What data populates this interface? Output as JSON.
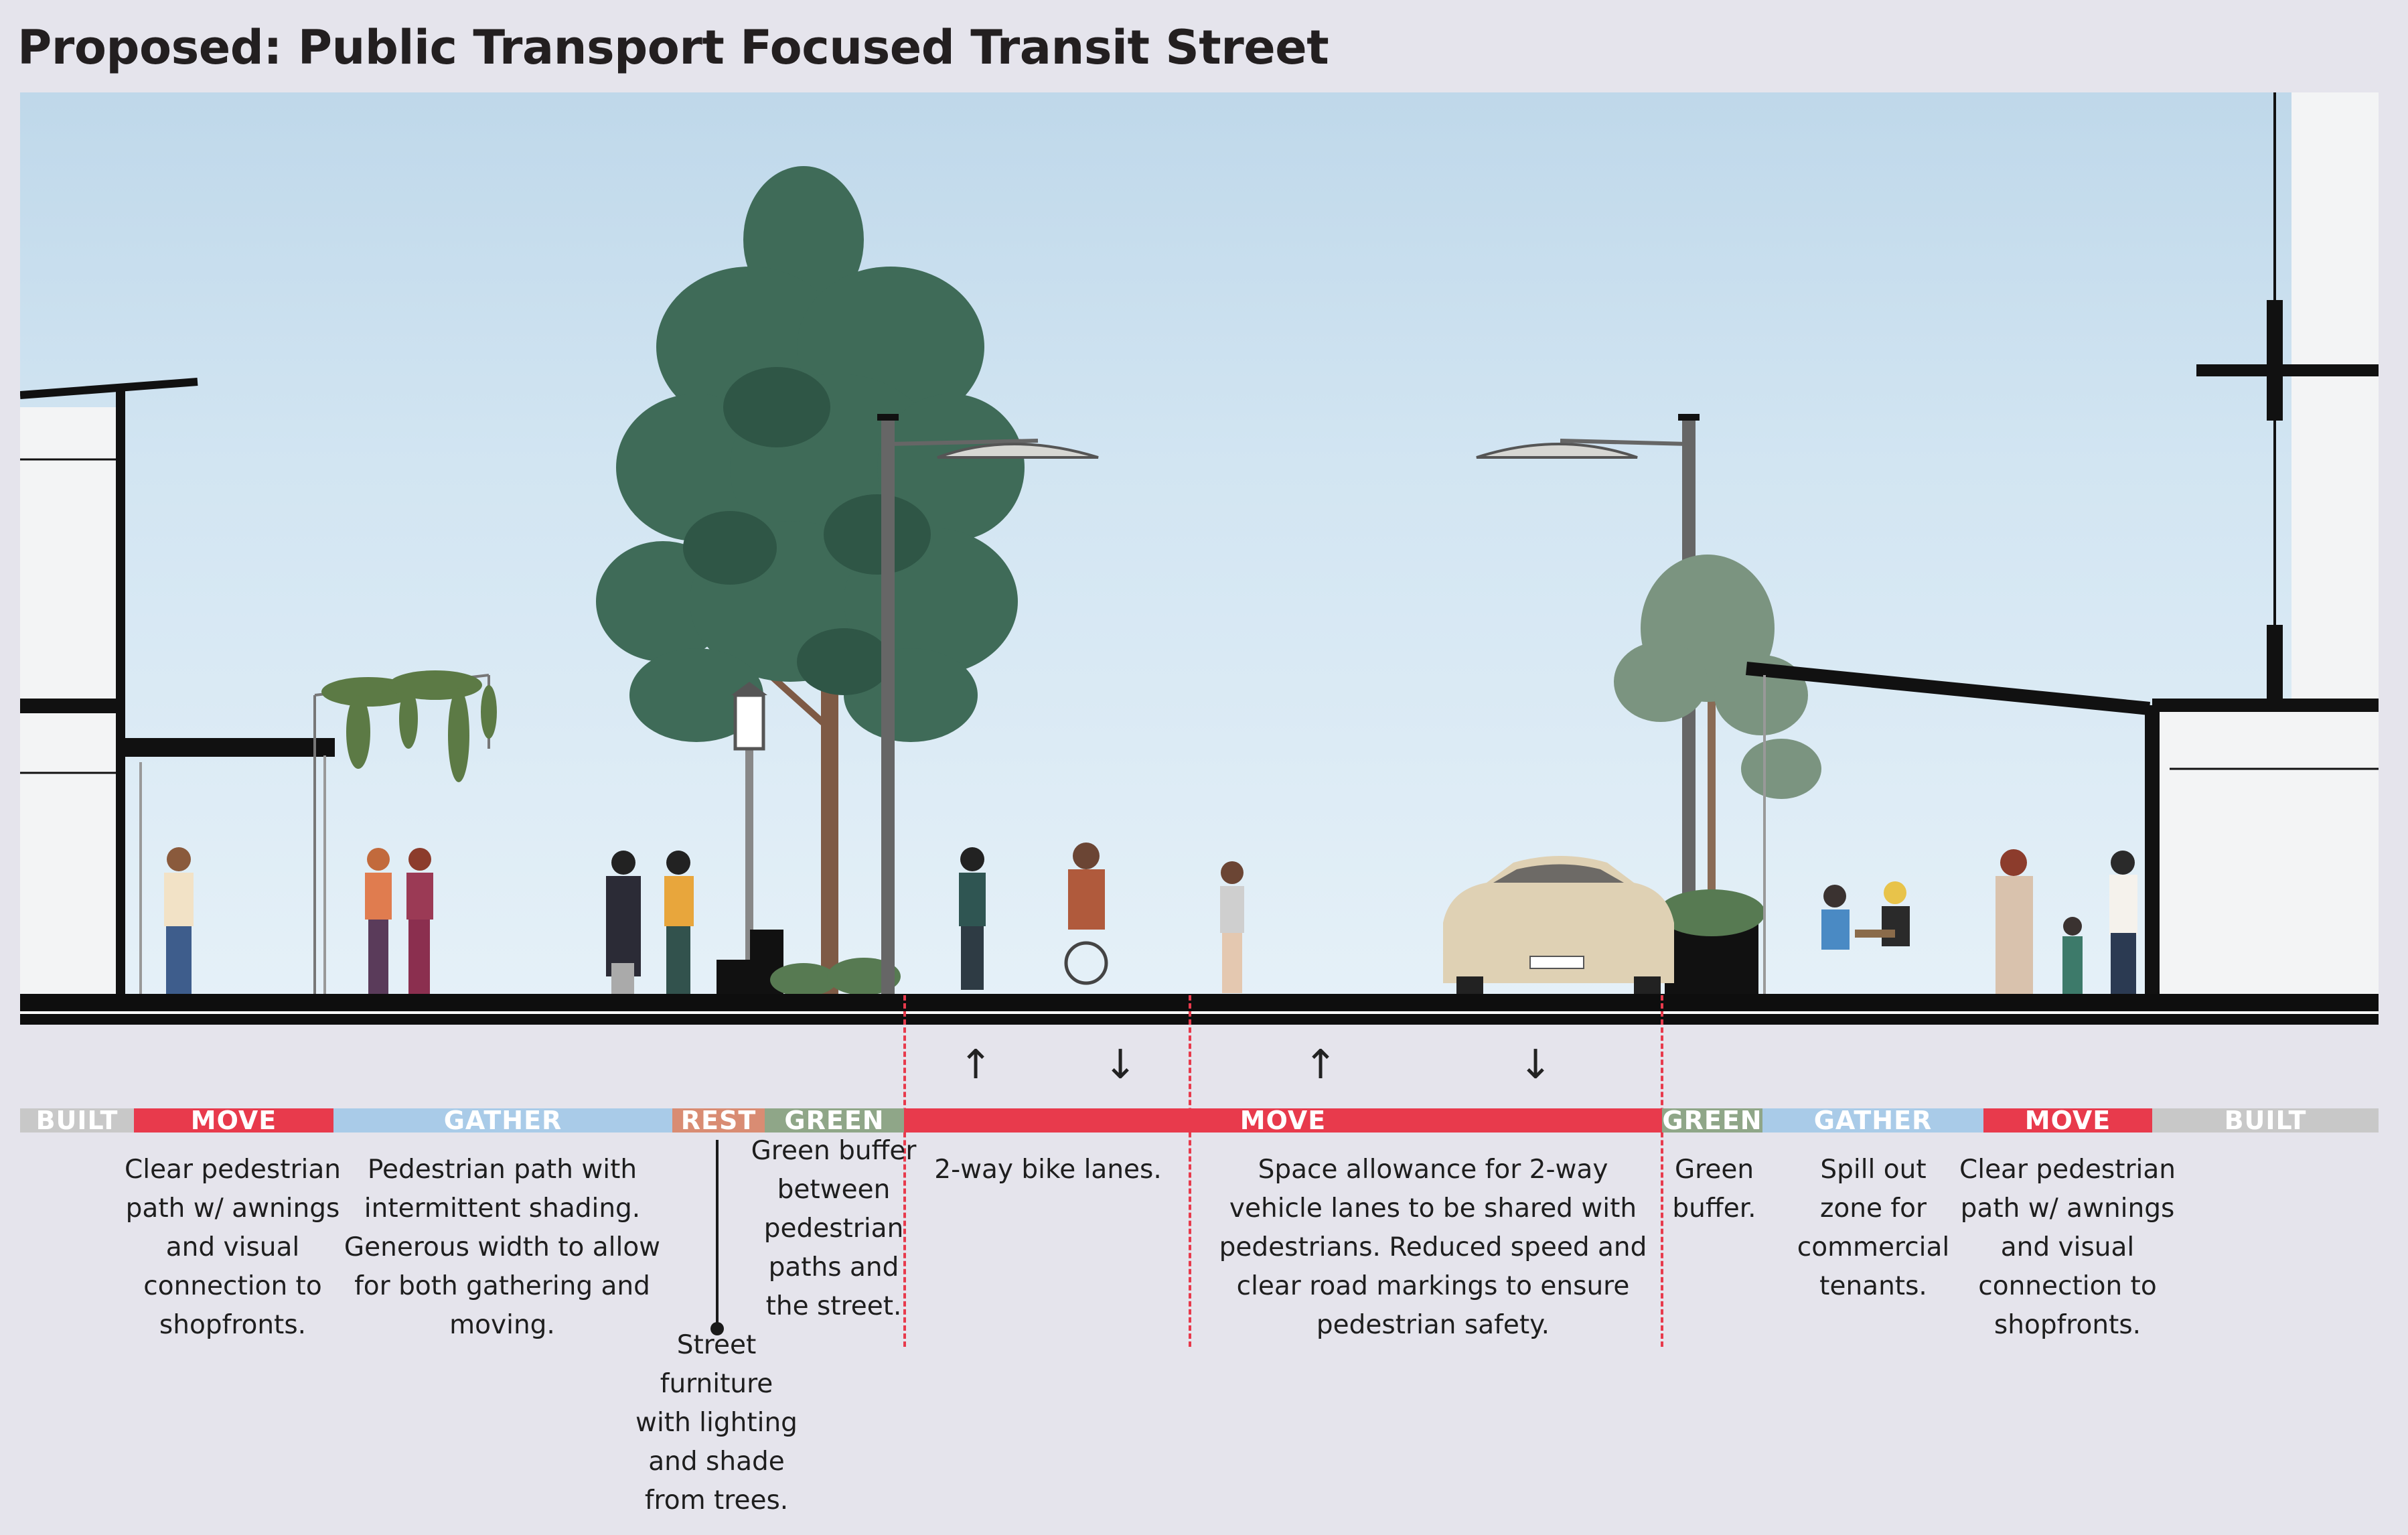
{
  "title": "Proposed: Public Transport Focused Transit Street",
  "colors": {
    "built": "#c8c8c8",
    "move": "#e83a4c",
    "gather": "#a9cbe8",
    "rest": "#d98c73",
    "green": "#8fa688",
    "ground": "#0e0e0e",
    "dash": "#e83a4c"
  },
  "zones": [
    {
      "label": "BUILT",
      "type": "built"
    },
    {
      "label": "MOVE",
      "type": "move"
    },
    {
      "label": "GATHER",
      "type": "gather"
    },
    {
      "label": "REST",
      "type": "rest"
    },
    {
      "label": "GREEN",
      "type": "green"
    },
    {
      "label": "MOVE",
      "type": "move"
    },
    {
      "label": "GREEN",
      "type": "green"
    },
    {
      "label": "GATHER",
      "type": "gather"
    },
    {
      "label": "MOVE",
      "type": "move"
    },
    {
      "label": "BUILT",
      "type": "built"
    }
  ],
  "descriptions": [
    {
      "text": "Clear pedestrian\npath w/ awnings\nand visual\nconnection to\nshopfronts."
    },
    {
      "text": "Pedestrian path with\nintermittent shading.\nGenerous width to allow\nfor both gathering and\nmoving."
    },
    {
      "text": "Street\nfurniture\nwith lighting\nand shade\nfrom trees."
    },
    {
      "text": "Green buffer\nbetween\npedestrian\npaths and\nthe street."
    },
    {
      "text": "2-way bike lanes."
    },
    {
      "text": "Space allowance for 2-way\nvehicle lanes to be shared with\npedestrians. Reduced speed and\nclear road markings to ensure\npedestrian safety."
    },
    {
      "text": "Green\nbuffer."
    },
    {
      "text": "Spill out\nzone for\ncommercial\ntenants."
    },
    {
      "text": "Clear pedestrian\npath w/ awnings\nand visual\nconnection to\nshopfronts."
    }
  ],
  "arrows": [
    "↑",
    "↓",
    "↑",
    "↓"
  ]
}
